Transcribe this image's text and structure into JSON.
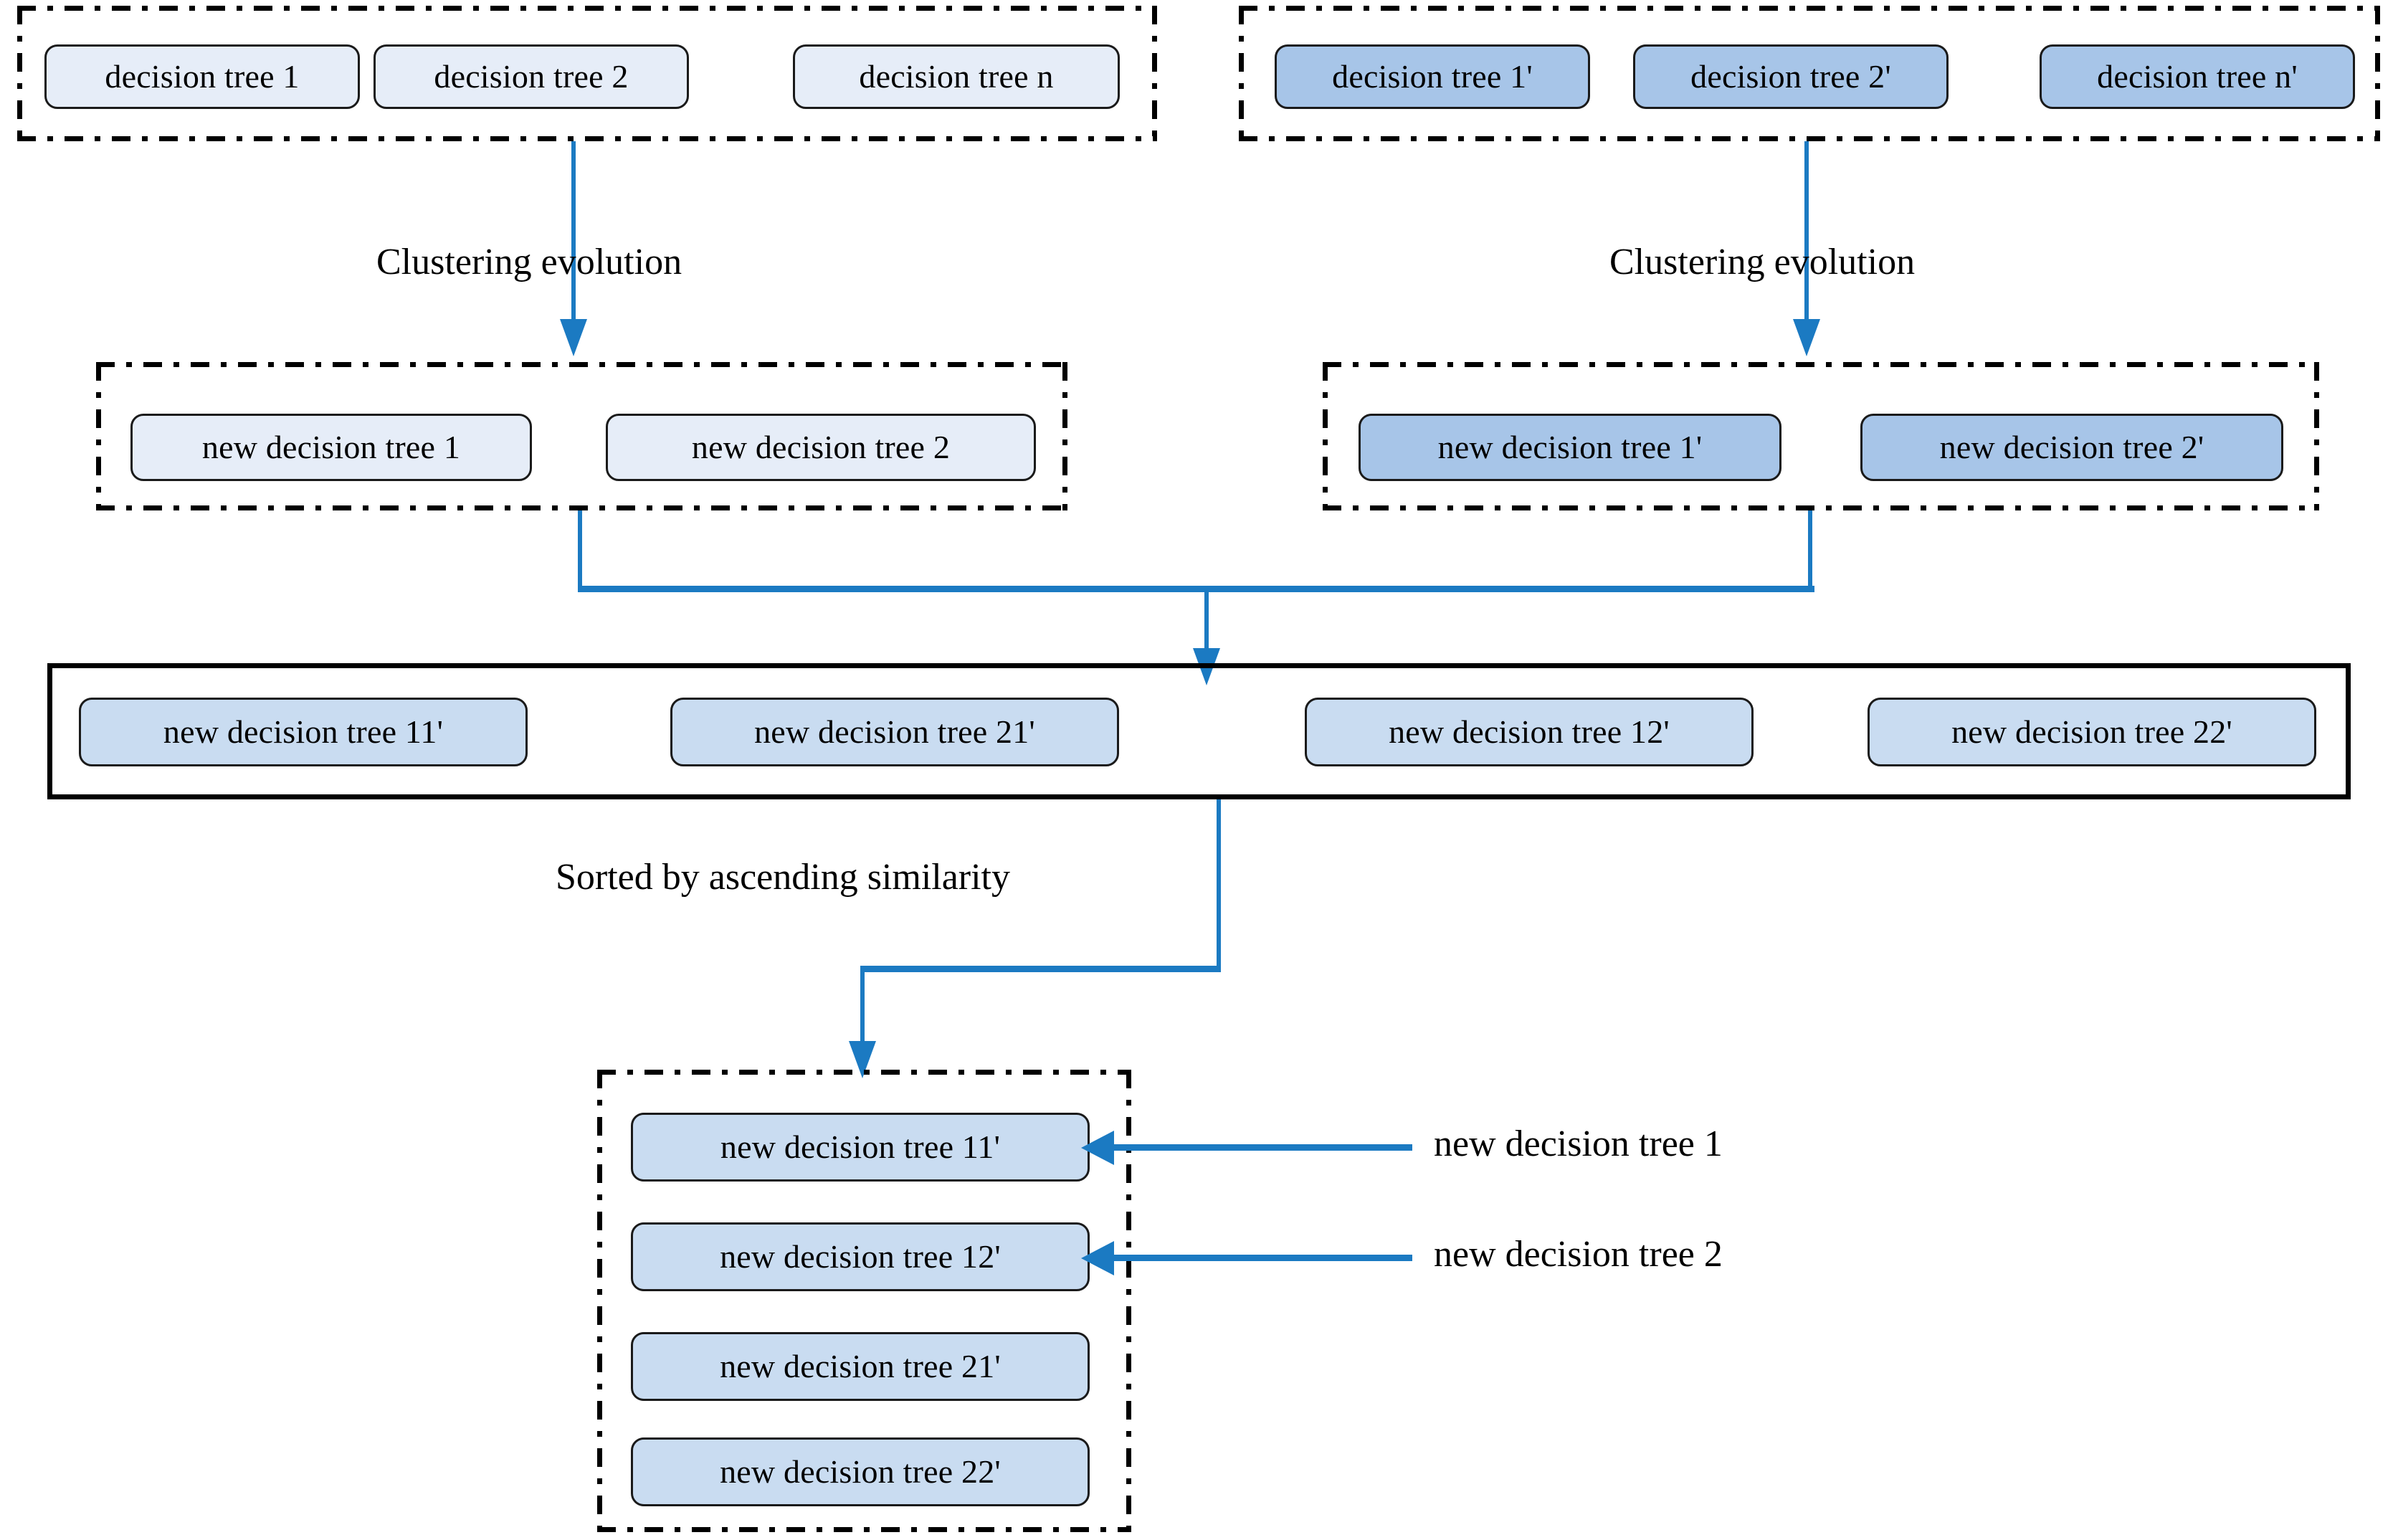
{
  "diagram": {
    "title": "Decision tree clustering evolution and sorting flow",
    "colors": {
      "arrow_blue": "#1b7ac2",
      "fill_light": "#e6edf8",
      "fill_mid": "#c9dcf1",
      "fill_dark": "#a7c5e8",
      "outline": "#000000"
    },
    "groups": {
      "top_left": {
        "name": "initial-forest-a",
        "nodes": [
          {
            "label": "decision tree 1",
            "fill": "light"
          },
          {
            "label": "decision tree 2",
            "fill": "light"
          },
          {
            "label": "decision tree n",
            "fill": "light"
          }
        ]
      },
      "top_right": {
        "name": "initial-forest-b",
        "nodes": [
          {
            "label": "decision tree 1'",
            "fill": "dark"
          },
          {
            "label": "decision tree 2'",
            "fill": "dark"
          },
          {
            "label": "decision tree n'",
            "fill": "dark"
          }
        ]
      },
      "mid_left": {
        "name": "clustered-forest-a",
        "nodes": [
          {
            "label": "new decision tree 1",
            "fill": "light"
          },
          {
            "label": "new decision tree 2",
            "fill": "light"
          }
        ]
      },
      "mid_right": {
        "name": "clustered-forest-b",
        "nodes": [
          {
            "label": "new decision tree 1'",
            "fill": "dark"
          },
          {
            "label": "new decision tree 2'",
            "fill": "dark"
          }
        ]
      },
      "merged": {
        "name": "merged-forest",
        "nodes": [
          {
            "label": "new decision tree 11'",
            "fill": "mid"
          },
          {
            "label": "new decision tree 21'",
            "fill": "mid"
          },
          {
            "label": "new decision tree 12'",
            "fill": "mid"
          },
          {
            "label": "new decision tree 22'",
            "fill": "mid"
          }
        ]
      },
      "sorted": {
        "name": "sorted-forest",
        "nodes": [
          {
            "label": "new decision tree 11'",
            "fill": "mid"
          },
          {
            "label": "new decision tree 12'",
            "fill": "mid"
          },
          {
            "label": "new decision tree 21'",
            "fill": "mid"
          },
          {
            "label": "new decision tree 22'",
            "fill": "mid"
          }
        ]
      }
    },
    "edge_labels": {
      "clustering_left": "Clustering evolution",
      "clustering_right": "Clustering evolution",
      "sorting": "Sorted by ascending similarity"
    },
    "callouts": [
      {
        "label": "new decision tree 1",
        "target": "new decision tree 11'"
      },
      {
        "label": "new decision tree 2",
        "target": "new decision tree 12'"
      }
    ]
  }
}
